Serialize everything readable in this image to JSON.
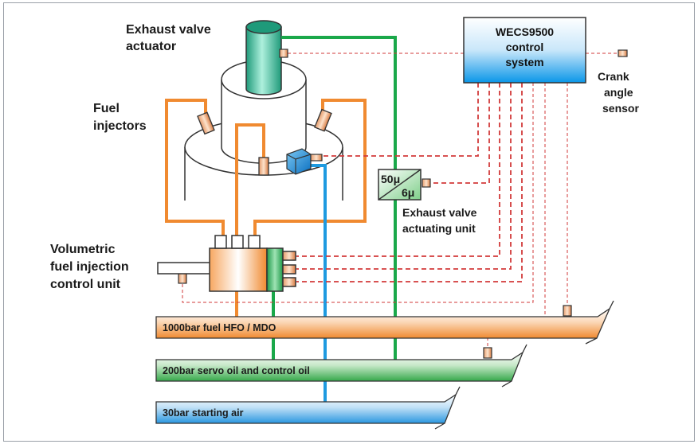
{
  "labels": {
    "exhaust_valve_actuator": [
      "Exhaust valve",
      "actuator"
    ],
    "fuel_injectors": [
      "Fuel",
      "injectors"
    ],
    "volumetric_unit": [
      "Volumetric",
      "fuel injection",
      "control unit"
    ],
    "control_system": [
      "WECS9500",
      "control",
      "system"
    ],
    "crank_angle_sensor": [
      "Crank",
      "angle",
      "sensor"
    ],
    "exhaust_valve_actuating_unit": [
      "Exhaust valve",
      "actuating unit"
    ],
    "ratio_top": "50μ",
    "ratio_bottom": "6μ"
  },
  "rails": [
    {
      "label": "1000bar fuel HFO / MDO",
      "color": "#f08a30"
    },
    {
      "label": "200bar servo oil and control oil",
      "color": "#35a84a"
    },
    {
      "label": "30bar starting air",
      "color": "#2a97e0"
    }
  ],
  "colors": {
    "fuel": "#f08a30",
    "servo_oil": "#1aa84a",
    "starting_air": "#1e9ae0",
    "signal": "#d23a3a",
    "frame": "#9aa0a8"
  }
}
